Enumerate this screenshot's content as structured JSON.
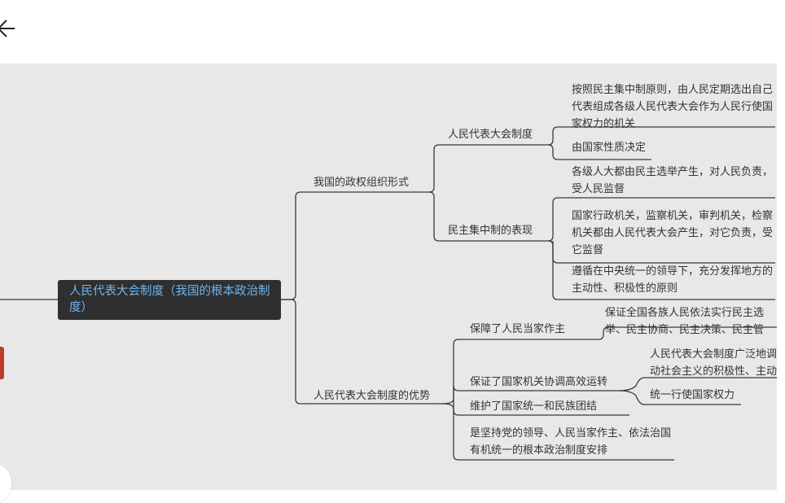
{
  "root": {
    "label": "人民代表大会制度（我国的根本政治制度）"
  },
  "branches": {
    "form": {
      "label": "我国的政权组织形式"
    },
    "npc": {
      "label": "人民代表大会制度"
    },
    "npc_def": {
      "label": "按照民主集中制原则，由人民定期选出自己代表组成各级人民代表大会作为人民行使国家权力的机关"
    },
    "npc_nature": {
      "label": "由国家性质决定"
    },
    "dc": {
      "label": "民主集中制的表现"
    },
    "dc1": {
      "label": "各级人大都由民主选举产生，对人民负责，受人民监督"
    },
    "dc2": {
      "label": "国家行政机关，监察机关，审判机关，检察机关都由人民代表大会产生，对它负责，受它监督"
    },
    "dc3": {
      "label": "遵循在中央统一的领导下，充分发挥地方的主动性、积极性的原则"
    },
    "adv": {
      "label": "人民代表大会制度的优势"
    },
    "adv1": {
      "label": "保障了人民当家作主"
    },
    "adv1_detail": {
      "label": "保证全国各族人民依法实行民主选举、民主协商、民主决策、民主管理、民主监督"
    },
    "adv2": {
      "label": "保证了国家机关协调高效运转"
    },
    "adv2_detail1": {
      "label": "人民代表大会制度广泛地调动社会主义的积极性、主动性"
    },
    "adv2_detail2": {
      "label": "统一行使国家权力"
    },
    "adv3": {
      "label": "维护了国家统一和民族团结"
    },
    "adv4": {
      "label": "是坚持党的领导、人民当家作主、依法治国有机统一的根本政治制度安排"
    }
  },
  "colors": {
    "canvas": "#e8e8e8",
    "root_bg": "#2f2f2f",
    "root_text": "#6fb4ee",
    "line": "#3a3a3a",
    "accent": "#c0392b"
  }
}
